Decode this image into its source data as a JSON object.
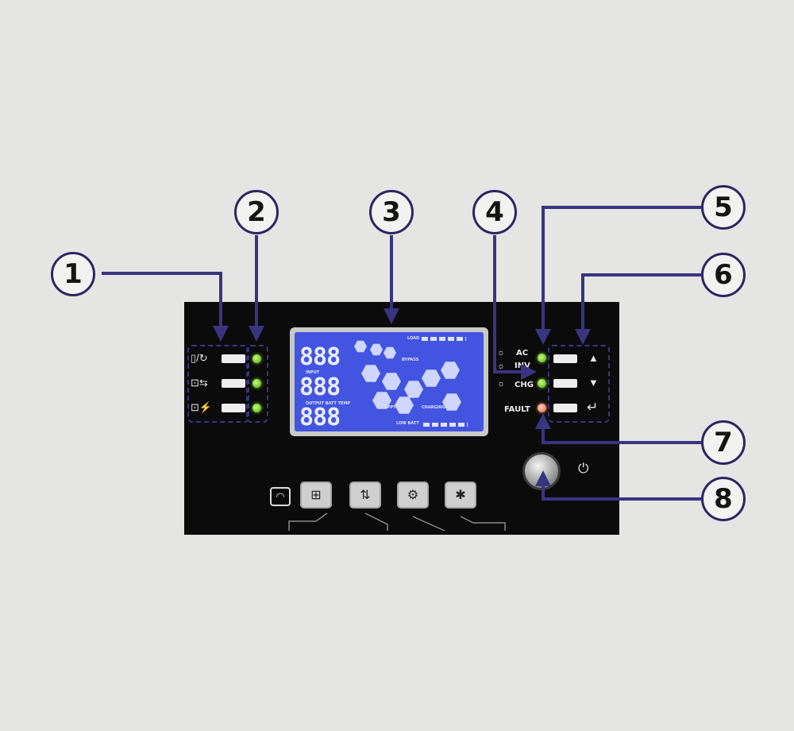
{
  "callouts": [
    "1",
    "2",
    "3",
    "4",
    "5",
    "6",
    "7",
    "8"
  ],
  "lcd": {
    "digits_top": "888",
    "digits_mid": "888",
    "digits_bot": "888",
    "label_load": "LOAD",
    "label_input": "INPUT",
    "label_output": "OUTPUT BATT TEMP",
    "label_bypass": "BYPASS",
    "label_mppt": "MPPT",
    "label_charging": "CHARGING",
    "label_low_batt": "LOW BATT"
  },
  "indicators": {
    "ac": "AC",
    "inv": "INV",
    "chg": "CHG",
    "fault": "FAULT"
  },
  "icons": {
    "power_symbol": "⏻",
    "up": "▲",
    "down": "▼",
    "enter": "↵",
    "wifi": "wifi-icon"
  },
  "colors": {
    "panel": "#0b0b0b",
    "lcd": "#4254e0",
    "callout_line": "#3a3480",
    "led_green": "#7ad12c",
    "led_fault": "#e0603a"
  }
}
